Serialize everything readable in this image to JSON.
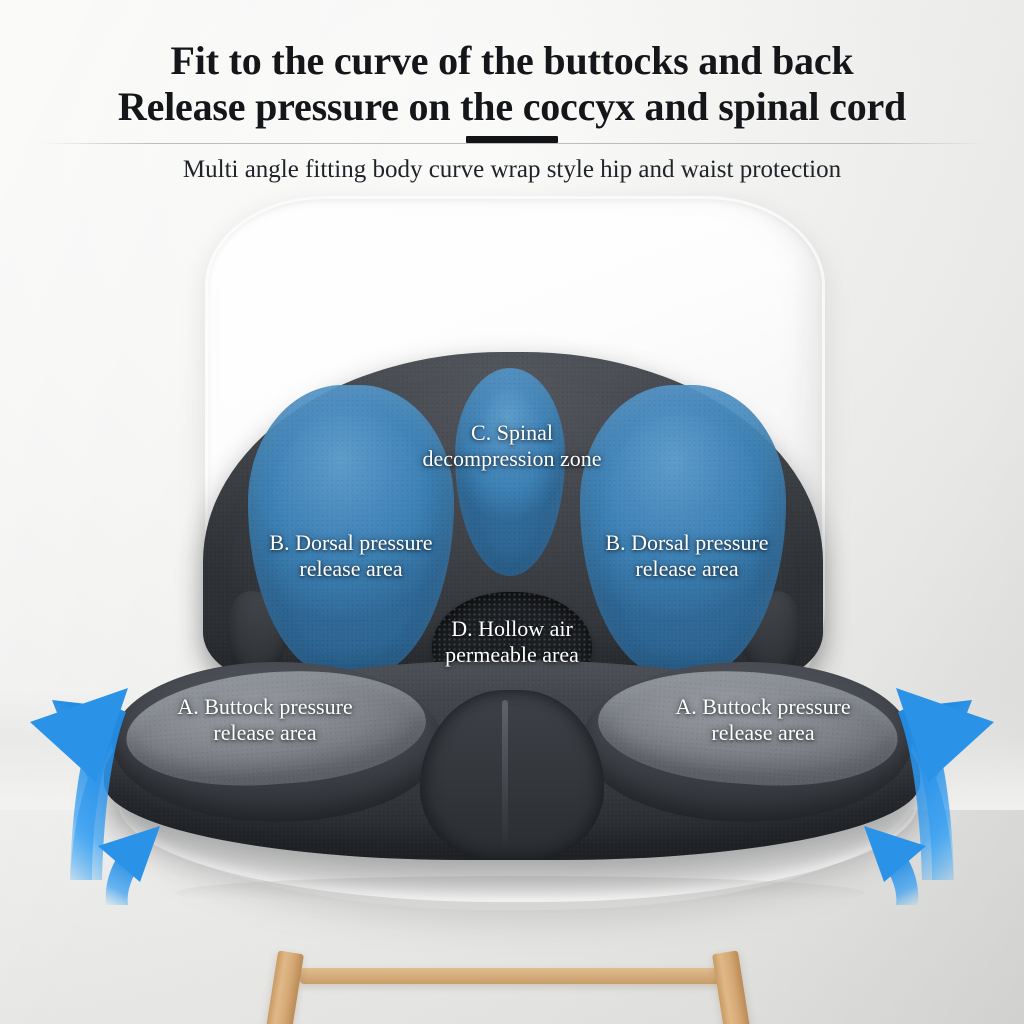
{
  "header": {
    "title_line1": "Fit to the curve of the buttocks and back",
    "title_line2": "Release pressure on the coccyx and spinal cord",
    "subtitle": "Multi angle fitting body curve wrap style hip and waist protection"
  },
  "labels": {
    "a_left": {
      "line1": "A. Buttock pressure",
      "line2": "release area"
    },
    "a_right": {
      "line1": "A. Buttock pressure",
      "line2": "release area"
    },
    "b_left": {
      "line1": "B. Dorsal pressure",
      "line2": "release area"
    },
    "b_right": {
      "line1": "B. Dorsal pressure",
      "line2": "release area"
    },
    "c": {
      "line1": "C. Spinal",
      "line2": "decompression zone"
    },
    "d": {
      "line1": "D. Hollow air",
      "line2": "permeable area"
    }
  },
  "product": {
    "back_cushion": "back-support-cushion",
    "seat_cushion": "seat-cushion",
    "chair": "white-dining-chair",
    "legs": "wooden-chair-legs"
  },
  "arrows": {
    "left_upper": "airflow-arrow-left-upper",
    "left_lower": "airflow-arrow-left-lower",
    "right_upper": "airflow-arrow-right-upper",
    "right_lower": "airflow-arrow-right-lower"
  },
  "colors": {
    "background": "#f4f4f2",
    "title_text": "#14161a",
    "label_text": "#ffffff",
    "blue_zone": "#3d86bd",
    "dark_fabric": "#3a3d42",
    "gray_pad": "#8a8d92",
    "arrow_blue": "#2e9bf0",
    "arrow_blue_deep": "#1877d2",
    "accent_bar": "#121316",
    "wood_leg": "#d7ab78"
  }
}
